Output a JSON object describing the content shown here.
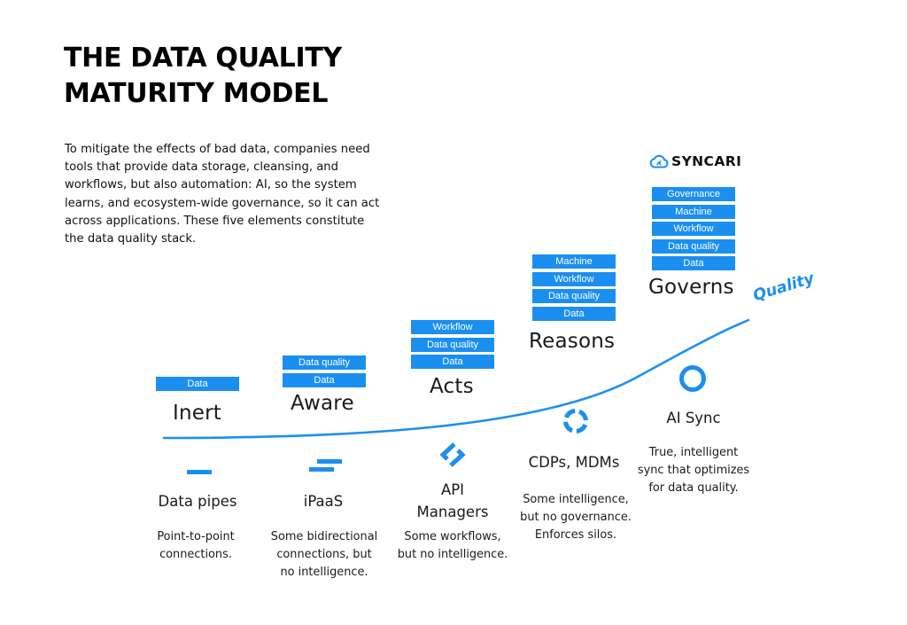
{
  "title": {
    "line1": "THE DATA QUALITY",
    "line2": "MATURITY MODEL"
  },
  "intro": {
    "lines": [
      "To mitigate the effects of bad data, companies need",
      "tools that provide data storage, cleansing, and",
      "workflows, but also automation: AI, so the system",
      "learns, and ecosystem-wide governance, so it can act",
      "across applications. These five elements constitute",
      "the data quality stack."
    ]
  },
  "brand": {
    "name": "SYNCARI",
    "logo_icon": "cloud-sync-icon"
  },
  "curve_label": "Quality",
  "accent_color": "#1b8ff0",
  "stages": [
    {
      "label": "Inert",
      "blocks": [
        "Data"
      ]
    },
    {
      "label": "Aware",
      "blocks": [
        "Data quality",
        "Data"
      ]
    },
    {
      "label": "Acts",
      "blocks": [
        "Workflow",
        "Data quality",
        "Data"
      ]
    },
    {
      "label": "Reasons",
      "blocks": [
        "Machine",
        "Workflow",
        "Data quality",
        "Data"
      ]
    },
    {
      "label": "Governs",
      "blocks": [
        "Governance",
        "Machine",
        "Workflow",
        "Data quality",
        "Data"
      ]
    }
  ],
  "tools": [
    {
      "name_lines": [
        "Data pipes"
      ],
      "desc_lines": [
        "Point-to-point",
        "connections."
      ],
      "icon": "pipe-icon"
    },
    {
      "name_lines": [
        "iPaaS"
      ],
      "desc_lines": [
        "Some bidirectional",
        "connections, but",
        "no intelligence."
      ],
      "icon": "bidirectional-bars-icon"
    },
    {
      "name_lines": [
        "API",
        "Managers"
      ],
      "desc_lines": [
        "Some workflows,",
        "but no intelligence."
      ],
      "icon": "api-brackets-icon"
    },
    {
      "name_lines": [
        "CDPs, MDMs"
      ],
      "desc_lines": [
        "Some intelligence,",
        "but no governance.",
        "Enforces silos."
      ],
      "icon": "segmented-ring-icon"
    },
    {
      "name_lines": [
        "AI Sync"
      ],
      "desc_lines": [
        "True, intelligent",
        "sync that optimizes",
        "for data quality."
      ],
      "icon": "ring-icon"
    }
  ]
}
